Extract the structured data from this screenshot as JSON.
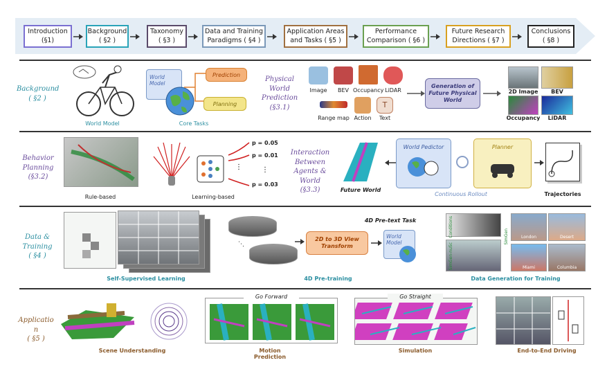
{
  "nav": {
    "items": [
      {
        "label": "Introduction",
        "sec": "(§1)",
        "color": "#7a6fd1"
      },
      {
        "label": "Background",
        "sec": "( §2 )",
        "color": "#29a3b8"
      },
      {
        "label": "Taxonomy",
        "sec": "( §3 )",
        "color": "#5a4a6a"
      },
      {
        "label": "Data and Training",
        "sec": "Paradigms ( §4 )",
        "color": "#7a98b8"
      },
      {
        "label": "Application Areas",
        "sec": "and Tasks ( §5 )",
        "color": "#a07040"
      },
      {
        "label": "Performance",
        "sec": "Comparison ( §6 )",
        "color": "#6aa050"
      },
      {
        "label": "Future Research",
        "sec": "Directions ( §7 )",
        "color": "#d8a020"
      },
      {
        "label": "Conclusions",
        "sec": "( §8 )",
        "color": "#222222"
      }
    ]
  },
  "colors": {
    "teal": "#2a8ea0",
    "purple": "#6a4c9c",
    "brown": "#8a5a2a",
    "orange": "#f5b27a",
    "yellow": "#f3e58a",
    "lavender": "#cfcde8",
    "blue_box": "#d8e4f7"
  },
  "rows": {
    "background": {
      "title": "Background",
      "sec": "( §2 )",
      "cap_world_model": "World Model",
      "cap_core_tasks": "Core Tasks",
      "world_model_box": "World Model",
      "prediction": "Prediction",
      "planning": "Planning",
      "physical_title": "Physical World Prediction",
      "physical_sec": "(§3.1)",
      "modalities": [
        "Image",
        "BEV",
        "Occupancy",
        "LiDAR",
        "Range map",
        "Action",
        "Text"
      ],
      "generation_box": "Generation of Future Physical World",
      "out_labels": [
        "2D Image",
        "BEV",
        "Occupancy",
        "LiDAR"
      ]
    },
    "behavior": {
      "title": "Behavior Planning",
      "sec": "(§3.2)",
      "cap_rule": "Rule-based",
      "cap_learning": "Learning-based",
      "probs": [
        "p = 0.05",
        "p = 0.01",
        "p = 0.03"
      ],
      "interaction_title": "Interaction Between Agents & World",
      "interaction_sec": "(§3.3)",
      "cap_future_world": "Future World",
      "predictor": "World Pedictor",
      "planner": "Planner",
      "rollout": "Continuous Rollout",
      "cap_traj": "Trajectories"
    },
    "data": {
      "title": "Data & Training",
      "sec": "( §4 )",
      "cap_ssl": "Self-Supervised Learning",
      "pretext": "4D Pre-text Task",
      "transform": "2D to 3D View Transform",
      "world_model_box": "World Model",
      "cap_pretrain": "4D Pre-training",
      "cap_gen": "Data Generation for Training",
      "side_labels": [
        "Conditions",
        "SimGen-nuSc",
        "SimGen"
      ],
      "cities": [
        "London",
        "Desert",
        "Miami",
        "Columbia"
      ]
    },
    "application": {
      "title": "Application",
      "sec": "( §5 )",
      "cap_scene": "Scene Understanding",
      "cap_motion": "Motion Prediction",
      "go_forward": "Go Forward",
      "go_straight": "Go Straight",
      "cap_sim": "Simulation",
      "cap_e2e": "End-to-End Driving"
    }
  }
}
